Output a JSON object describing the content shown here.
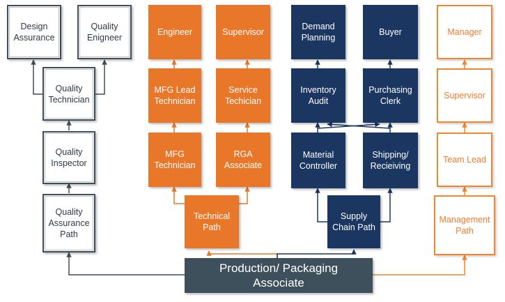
{
  "root": {
    "label": "Production/ Packaging\nAssociate"
  },
  "quality": {
    "path": "Quality\nAssurance\nPath",
    "inspector": "Quality\nInspector",
    "technician": "Quality\nTechnician",
    "design": "Design\nAssurance",
    "engineer": "Quality\nEnigneer"
  },
  "technical": {
    "path": "Technical\nPath",
    "mfg_tech": "MFG\nTechnician",
    "rga": "RGA\nAssociate",
    "mfg_lead": "MFG Lead\nTechnician",
    "service": "Service\nTechician",
    "engineer": "Engineer",
    "supervisor": "Supervisor"
  },
  "supply": {
    "path": "Supply\nChain Path",
    "material": "Material\nController",
    "shipping": "Shipping/\nRecieiving",
    "inventory": "Inventory\nAudit",
    "purchasing": "Purchasing\nClerk",
    "demand": "Demand\nPlanning",
    "buyer": "Buyer"
  },
  "management": {
    "path": "Management\nPath",
    "team_lead": "Team Lead",
    "supervisor": "Supervisor",
    "manager": "Manager"
  },
  "colors": {
    "gray": "#3f4d5a",
    "orange": "#e8772a",
    "navy": "#1b3660",
    "outline_orange": "#f0872f",
    "root": "#3f505d"
  }
}
